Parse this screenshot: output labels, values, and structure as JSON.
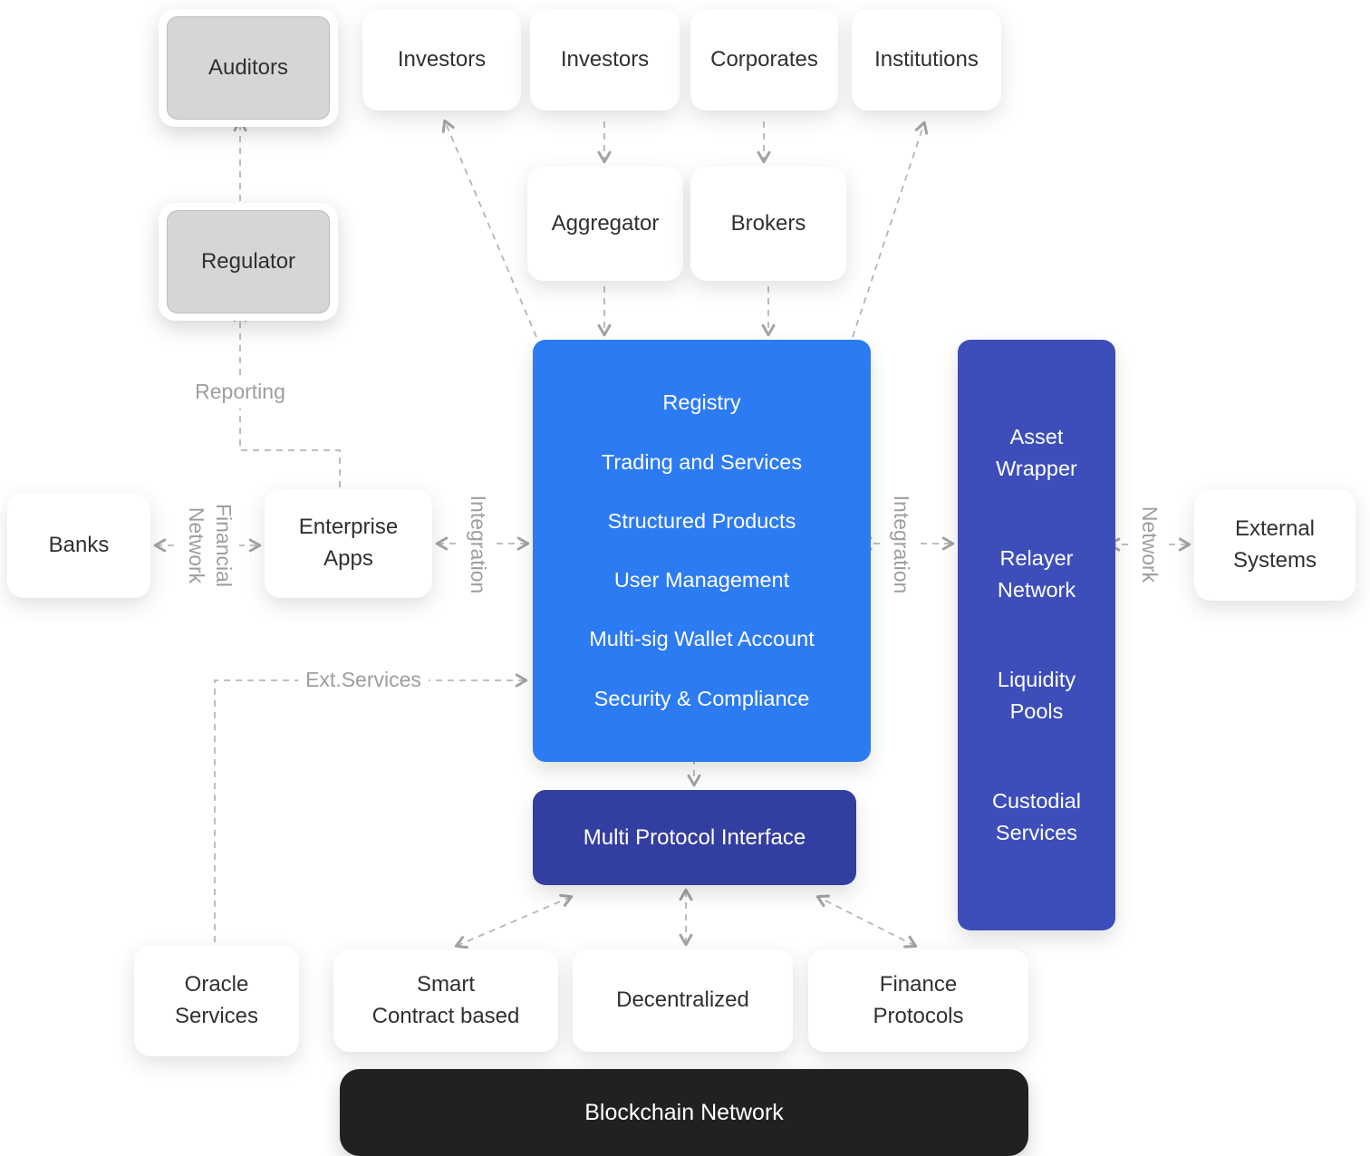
{
  "diagram": {
    "nodes": {
      "auditors": "Auditors",
      "regulator": "Regulator",
      "investors_a": "Investors",
      "investors_b": "Investors",
      "corporates": "Corporates",
      "institutions": "Institutions",
      "aggregator": "Aggregator",
      "brokers": "Brokers",
      "banks": "Banks",
      "enterprise_apps": "Enterprise\nApps",
      "external_systems": "External\nSystems",
      "oracle_services": "Oracle\nServices",
      "smart_contract_based": "Smart\nContract based",
      "decentralized": "Decentralized",
      "finance_protocols": "Finance\nProtocols",
      "multi_protocol_interface": "Multi Protocol Interface",
      "blockchain_network": "Blockchain Network"
    },
    "core_platform_items": [
      "Registry",
      "Trading and Services",
      "Structured Products",
      "User Management",
      "Multi-sig Wallet  Account",
      "Security & Compliance"
    ],
    "defi_panel_items": [
      "Asset\nWrapper",
      "Relayer\nNetwork",
      "Liquidity\nPools",
      "Custodial\nServices"
    ],
    "edge_labels": {
      "reporting": "Reporting",
      "financial_network": "Financial\nNetwork",
      "integration_left": "Integration",
      "integration_right": "Integration",
      "network": "Network",
      "ext_services": "Ext.Services"
    },
    "colors": {
      "core_platform": "#2c7bf2",
      "defi_panel": "#3d4eba",
      "multi_protocol": "#323ea0",
      "blockchain_bar": "#212121",
      "muted_node": "#d6d6d6",
      "connector": "#b6b6b6",
      "edge_label_text": "#9e9e9e"
    }
  }
}
